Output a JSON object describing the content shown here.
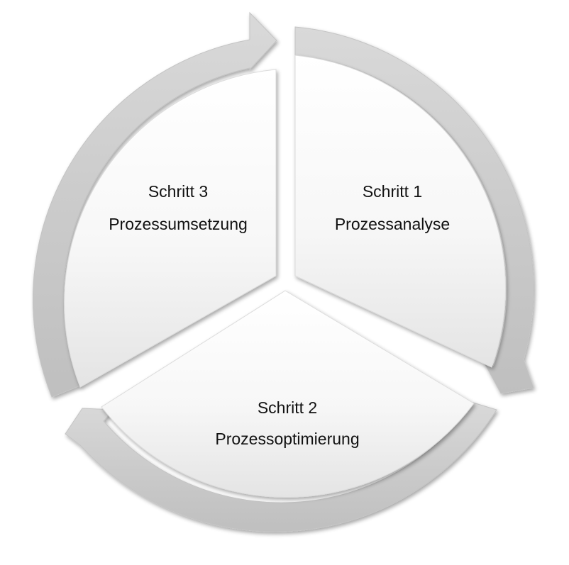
{
  "steps": [
    {
      "title": "Schritt 1",
      "name": "Prozessanalyse"
    },
    {
      "title": "Schritt 2",
      "name": "Prozessoptimierung"
    },
    {
      "title": "Schritt 3",
      "name": "Prozessumsetzung"
    }
  ]
}
